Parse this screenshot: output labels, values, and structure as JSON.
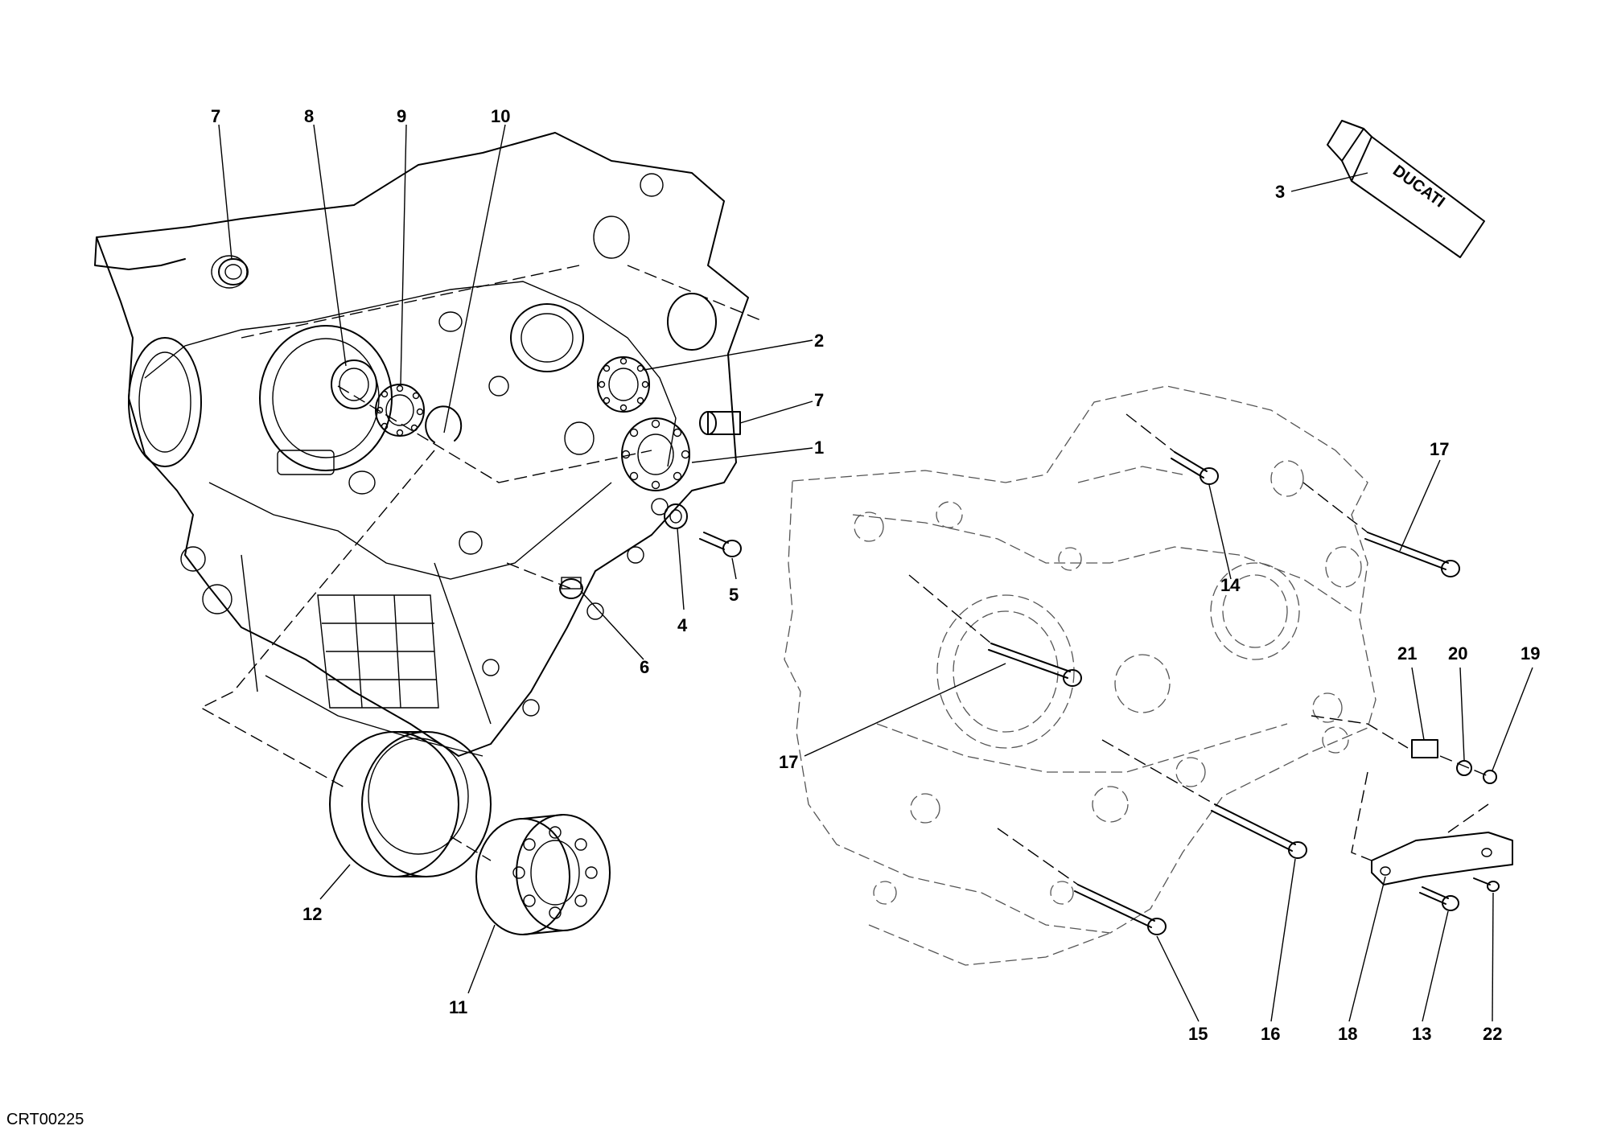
{
  "diagram": {
    "reference_code": "CRT00225",
    "tube_brand": "DUCATI",
    "callouts": {
      "c1": "1",
      "c2": "2",
      "c3": "3",
      "c4": "4",
      "c5": "5",
      "c6": "6",
      "c7a": "7",
      "c7b": "7",
      "c8": "8",
      "c9": "9",
      "c10": "10",
      "c11": "11",
      "c12": "12",
      "c13": "13",
      "c14": "14",
      "c15": "15",
      "c16": "16",
      "c17a": "17",
      "c17b": "17",
      "c18": "18",
      "c19": "19",
      "c20": "20",
      "c21": "21",
      "c22": "22"
    }
  }
}
